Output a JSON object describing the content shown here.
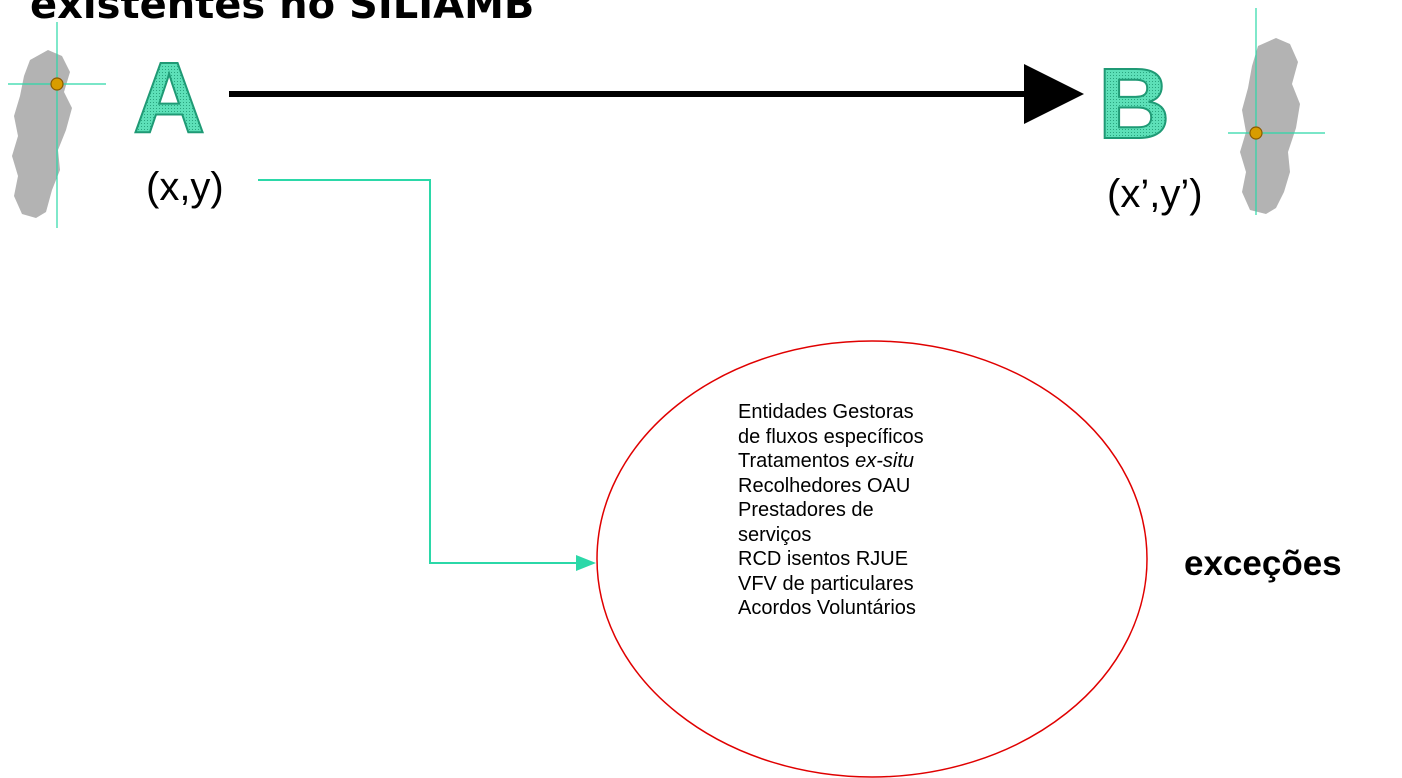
{
  "title": "existentes no SILIAMB",
  "origin": {
    "letter": "A",
    "coords": "(x,y)"
  },
  "destination": {
    "letter": "B",
    "coords": "(x’,y’)"
  },
  "ellipse": {
    "lines": {
      "l1": "Entidades Gestoras",
      "l2": "de fluxos específicos",
      "l3_prefix": "Tratamentos ",
      "l3_italic": "ex-situ",
      "l4": "Recolhedores OAU",
      "l5": "Prestadores de",
      "l6": "serviços",
      "l7": "RCD isentos RJUE",
      "l8": "VFV de particulares",
      "l9": "Acordos Voluntários"
    }
  },
  "exceptions_label": "exceções",
  "colors": {
    "connector": "#2bd8a8",
    "ellipse_border": "#e00000",
    "letter_fill": "#5de0b8",
    "map_fill": "#b3b3b3",
    "marker": "#d89c00",
    "arrow": "#000000"
  },
  "icons": {
    "map": "portugal-map-icon",
    "marker": "location-marker-icon"
  }
}
